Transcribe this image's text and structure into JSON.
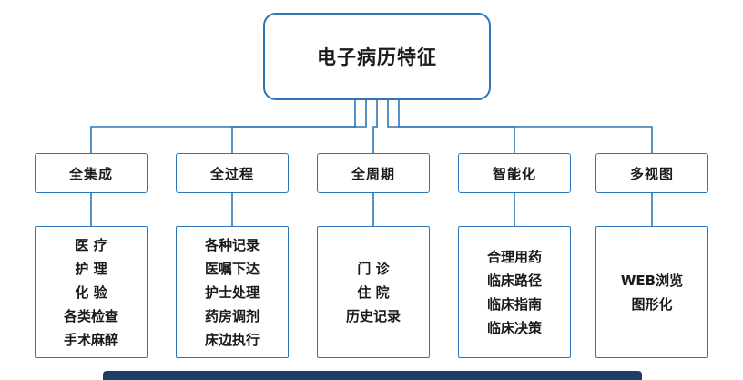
{
  "diagram": {
    "title": "电子病历特征",
    "root": {
      "label": "电子病历特征"
    },
    "branches": [
      {
        "label": "全集成",
        "items": [
          "医 疗",
          "护 理",
          "化 验",
          "各类检查",
          "手术麻醉"
        ]
      },
      {
        "label": "全过程",
        "items": [
          "各种记录",
          "医嘱下达",
          "护士处理",
          "药房调剂",
          "床边执行"
        ]
      },
      {
        "label": "全周期",
        "items": [
          "门 诊",
          "住 院",
          "历史记录"
        ]
      },
      {
        "label": "智能化",
        "items": [
          "合理用药",
          "临床路径",
          "临床指南",
          "临床决策"
        ]
      },
      {
        "label": "多视图",
        "items": [
          "WEB浏览",
          "图形化"
        ]
      }
    ],
    "colors": {
      "line": "#2e75b6",
      "border": "#2e75b6",
      "text": "#1a1a1a",
      "bottom_bar": "#1e3c64"
    }
  }
}
